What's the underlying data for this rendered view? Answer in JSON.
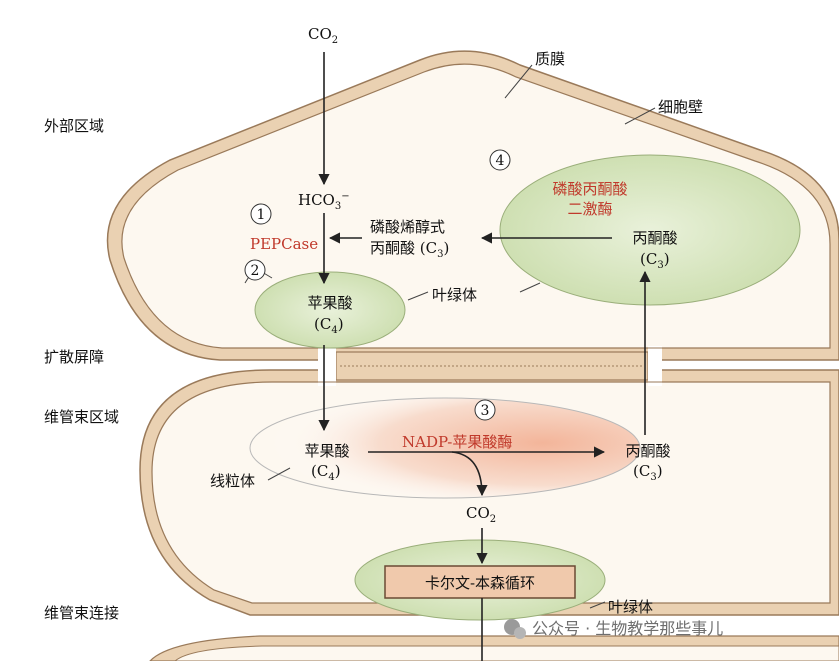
{
  "regions": {
    "outer": "外部区域",
    "barrier": "扩散屏障",
    "vascular": "维管束区域",
    "connection": "维管束连接"
  },
  "structures": {
    "plasma_membrane": "质膜",
    "cell_wall": "细胞壁",
    "chloroplast_top": "叶绿体",
    "mitochondrion": "线粒体",
    "chloroplast_bottom": "叶绿体"
  },
  "steps": [
    "1",
    "2",
    "3",
    "4"
  ],
  "molecules": {
    "co2_top": "CO",
    "co2_top_sub": "2",
    "hco3": "HCO",
    "hco3_sub": "3",
    "hco3_sup": "−",
    "pep_line1": "磷酸烯醇式",
    "pep_line2": "丙酮酸 (C",
    "pep_line2_sub": "3",
    "pep_line2_end": ")",
    "malate_top": "苹果酸",
    "malate_top_c": "(C",
    "malate_top_sub": "4",
    "malate_top_end": ")",
    "pyruvate_top": "丙酮酸",
    "pyruvate_top_c": "(C",
    "pyruvate_top_sub": "3",
    "pyruvate_top_end": ")",
    "malate_bottom": "苹果酸",
    "malate_bottom_c": "(C",
    "malate_bottom_sub": "4",
    "malate_bottom_end": ")",
    "pyruvate_bottom": "丙酮酸",
    "pyruvate_bottom_c": "(C",
    "pyruvate_bottom_sub": "3",
    "pyruvate_bottom_end": ")",
    "co2_bottom": "CO",
    "co2_bottom_sub": "2"
  },
  "enzymes": {
    "pepcase": "PEPCase",
    "ppdk_line1": "磷酸丙酮酸",
    "ppdk_line2": "二激酶",
    "nadp_me": "NADP-苹果酸酶"
  },
  "calvin": "卡尔文-本森循环",
  "watermark": "公众号 · 生物教学那些事儿",
  "colors": {
    "wall": "#e8c9a6",
    "wall_stroke": "#9a7a5a",
    "chloroplast": "#d7e5bf",
    "nadp_glow": "#f2b9a0",
    "calvin_box": "#f0c9ac",
    "enzyme_red": "#c0392b"
  }
}
